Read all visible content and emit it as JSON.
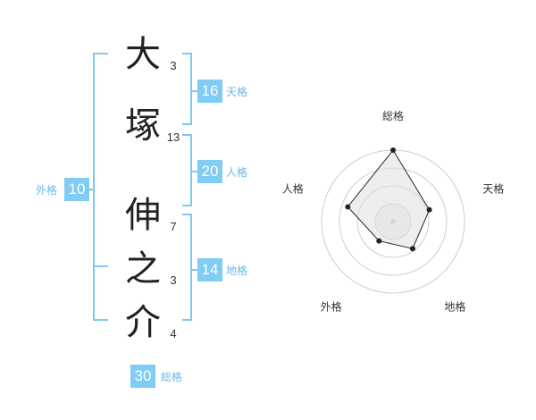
{
  "name": {
    "chars": [
      "大",
      "塚",
      "伸",
      "之",
      "介"
    ],
    "strokes": [
      "3",
      "13",
      "7",
      "3",
      "4"
    ]
  },
  "scores": {
    "tenkaku": {
      "value": "16",
      "label": "天格"
    },
    "jinkaku": {
      "value": "20",
      "label": "人格"
    },
    "chikaku": {
      "value": "14",
      "label": "地格"
    },
    "gaikaku": {
      "value": "10",
      "label": "外格"
    },
    "soukaku": {
      "value": "30",
      "label": "総格"
    }
  },
  "chart_data": {
    "type": "radar",
    "axes": [
      "総格",
      "天格",
      "地格",
      "外格",
      "人格"
    ],
    "values": [
      30,
      16,
      14,
      10,
      20
    ],
    "rings": 4,
    "grid": true
  },
  "colors": {
    "accent": "#80ccf2",
    "accent_text": "#6bb8e6",
    "radar_fill": "#e0e0e0",
    "radar_stroke": "#222222",
    "ring": "#cccccc"
  }
}
